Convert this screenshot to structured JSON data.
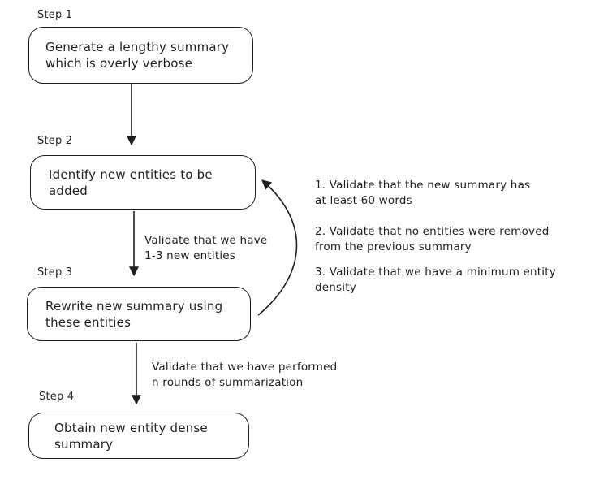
{
  "page": {
    "background_color": "#ffffff",
    "stroke_color": "#1e1e1e"
  },
  "diagram": {
    "steps": [
      {
        "label": "Step 1",
        "text": "Generate a lengthy summary\nwhich is overly verbose"
      },
      {
        "label": "Step 2",
        "text": "Identify new entities to be\nadded"
      },
      {
        "label": "Step 3",
        "text": "Rewrite new summary using\nthese entities"
      },
      {
        "label": "Step 4",
        "text": "Obtain new entity dense\nsummary"
      }
    ],
    "edges": [
      {
        "from": "Step 1",
        "to": "Step 2",
        "label": ""
      },
      {
        "from": "Step 2",
        "to": "Step 3",
        "label": "Validate that we have\n1-3 new entities"
      },
      {
        "from": "Step 3",
        "to": "Step 4",
        "label": "Validate that we have performed\nn rounds of summarization"
      },
      {
        "from": "Step 3",
        "to": "Step 2",
        "label": ""
      }
    ],
    "validations": [
      "1. Validate that the new summary has\nat least 60 words",
      "2. Validate that no entities were removed\nfrom the previous summary",
      "3. Validate that we have a minimum entity\ndensity"
    ]
  }
}
